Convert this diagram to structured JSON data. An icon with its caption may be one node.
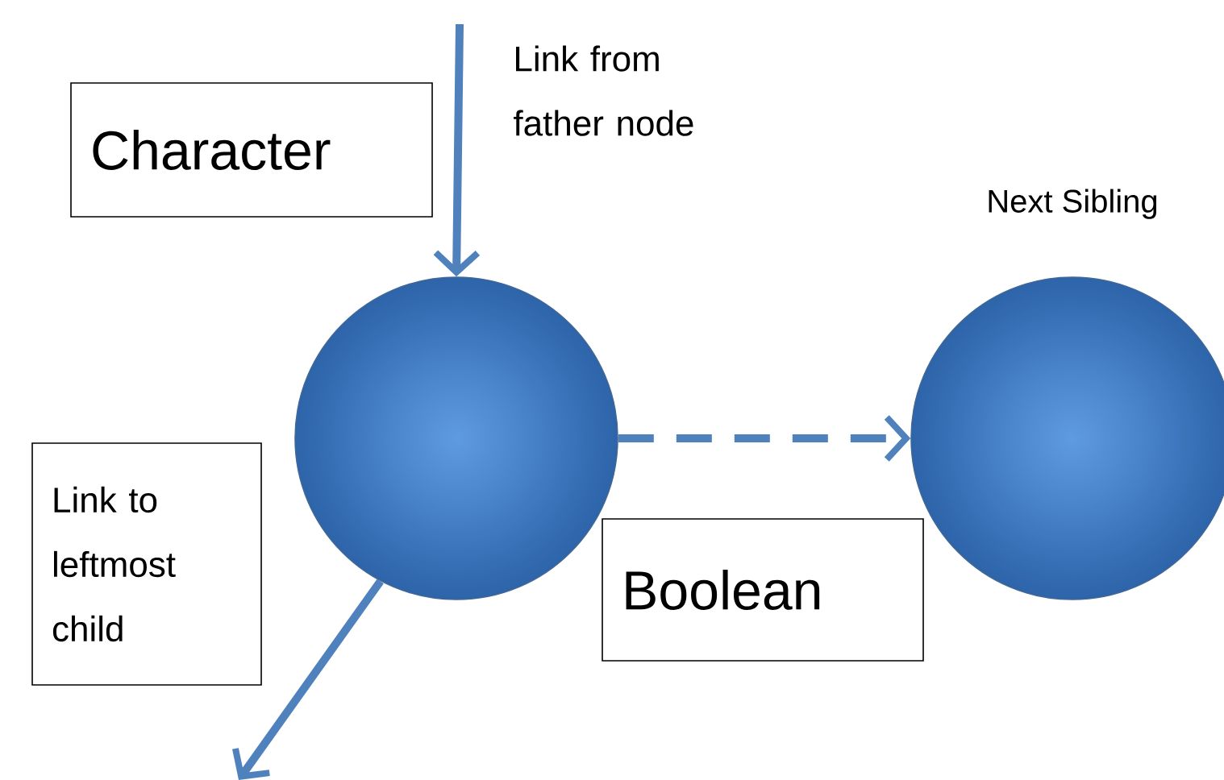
{
  "diagram": {
    "nodes": [
      {
        "text": [
          "Character"
        ]
      },
      {
        "text": [],
        "shape": "circle"
      },
      {
        "text": [],
        "shape": "circle",
        "beside": [
          "Next Sibling"
        ]
      },
      {
        "text": [
          "Link to leftmost child"
        ]
      },
      {
        "text": [
          "Boolean"
        ]
      }
    ],
    "edges": [
      {
        "from": null,
        "to": 1,
        "arrow": "to",
        "label": "Link from father node"
      },
      {
        "from": 1,
        "to": 2,
        "arrow": "to",
        "style": "dashed"
      },
      {
        "from": 1,
        "to": null,
        "arrow": "to"
      }
    ]
  }
}
